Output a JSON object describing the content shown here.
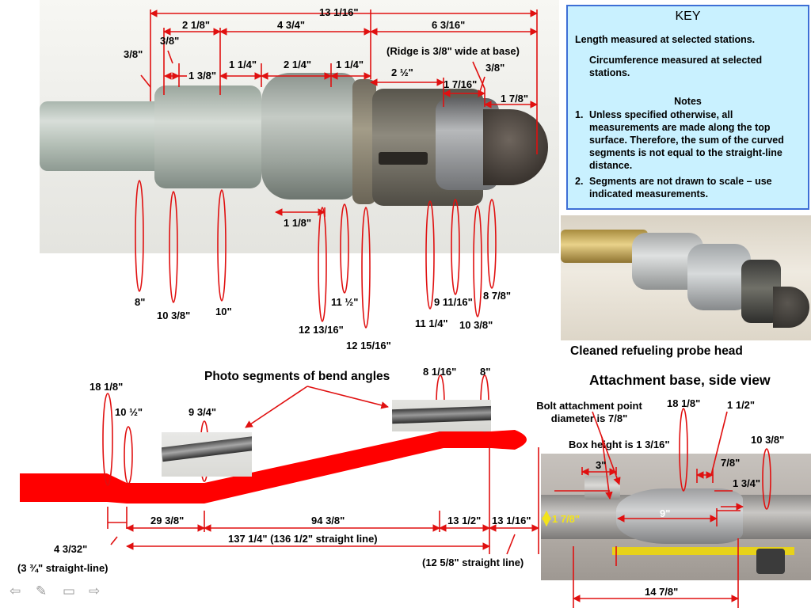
{
  "top_dimensions": {
    "overall": "13 1/16\"",
    "seg_2_1_8": "2 1/8\"",
    "seg_4_3_4": "4 3/4\"",
    "seg_6_3_16": "6 3/16\"",
    "seg_3_8_a": "3/8\"",
    "seg_3_8_b": "3/8\"",
    "seg_1_3_8": "1 3/8\"",
    "seg_1_1_4_a": "1 1/4\"",
    "seg_2_1_4": "2 1/4\"",
    "seg_1_1_4_b": "1 1/4\"",
    "ridge_note": "(Ridge is 3/8\" wide at base)",
    "seg_2_1_2": "2 ½\"",
    "seg_1_7_16": "1 7/16\"",
    "seg_3_8_c": "3/8\"",
    "seg_1_7_8": "1 7/8\"",
    "seg_1_1_8": "1 1/8\""
  },
  "top_circumferences": [
    "8\"",
    "10 3/8\"",
    "10\"",
    "12 13/16\"",
    "11 ½\"",
    "12 15/16\"",
    "11 1/4\"",
    "9 11/16\"",
    "10 3/8\"",
    "8 7/8\""
  ],
  "key": {
    "title": "KEY",
    "length_text": "Length measured at selected stations.",
    "circ_text": "Circumference measured at selected stations.",
    "notes_title": "Notes",
    "note1_num": "1.",
    "note1": "Unless specified otherwise, all measurements are made along the top surface. Therefore, the sum of the curved segments is not equal to the straight-line distance.",
    "note2_num": "2.",
    "note2": "Segments are not drawn to scale – use indicated measurements."
  },
  "captions": {
    "cleaned": "Cleaned refueling probe head",
    "attachment": "Attachment base, side view",
    "photo_segments": "Photo segments of bend angles"
  },
  "bottom_diagram": {
    "circ_18_1_8": "18 1/8\"",
    "circ_10_1_2": "10 ½\"",
    "circ_9_3_4": "9 3/4\"",
    "circ_8_1_16": "8 1/16\"",
    "circ_8": "8\"",
    "len_29_3_8": "29 3/8\"",
    "len_94_3_8": "94 3/8\"",
    "len_13_1_2": "13 1/2\"",
    "len_13_1_16": "13 1/16\"",
    "len_137": "137 1/4\"   (136 1/2\" straight line)",
    "len_4_3_32": "4 3/32\"",
    "note_3_3_4": "(3 ¾\" straight-line)",
    "note_12_5_8": "(12 5/8\" straight line)"
  },
  "attachment": {
    "bolt_note": "Bolt attachment point diameter is 7/8\"",
    "box_height": "Box height is 1 3/16\"",
    "circ_18_1_8": "18 1/8\"",
    "len_1_1_2": "1 1/2\"",
    "circ_10_3_8": "10 3/8\"",
    "len_3": "3\"",
    "len_7_8": "7/8\"",
    "len_1_3_4": "1 3/4\"",
    "len_1_7_8": "1 7/8\"",
    "len_9": "9\"",
    "len_14_7_8": "14 7/8\""
  },
  "nav": {
    "prev": "⇦",
    "pen": "✎",
    "menu": "▭",
    "next": "⇨"
  },
  "colors": {
    "accent": "#e01010",
    "key_bg": "#c9f1ff",
    "key_border": "#3d6fd6",
    "probe_red": "#ff0000"
  }
}
